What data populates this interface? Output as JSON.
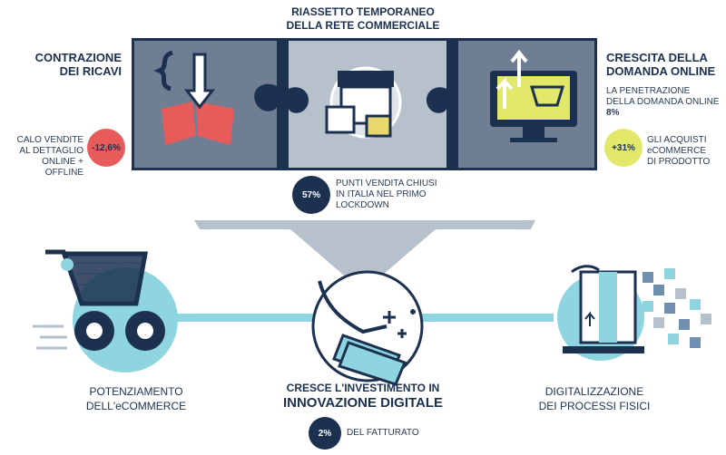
{
  "header": {
    "line1": "RIASSETTO TEMPORANEO",
    "line2": "DELLA RETE COMMERCIALE"
  },
  "left_panel": {
    "title_line1": "CONTRAZIONE",
    "title_line2": "DEI RICAVI",
    "stat_label_line1": "CALO VENDITE",
    "stat_label_line2": "AL DETTAGLIO",
    "stat_label_line3": "ONLINE + OFFLINE",
    "stat_value": "-12,6%"
  },
  "right_panel": {
    "title_line1": "CRESCITA DELLA",
    "title_line2": "DOMANDA ONLINE",
    "note_line1": "LA PENETRAZIONE",
    "note_line2": "DELLA DOMANDA ONLINE",
    "note_value": "8%",
    "stat_value": "+31%",
    "stat_label_line1": "GLI ACQUISTI",
    "stat_label_line2": "eCOMMERCE",
    "stat_label_line3": "DI PRODOTTO"
  },
  "center_stat": {
    "value": "57%",
    "label_line1": "PUNTI VENDITA CHIUSI",
    "label_line2": "IN ITALIA NEL PRIMO",
    "label_line3": "LOCKDOWN"
  },
  "bottom": {
    "left_line1": "POTENZIAMENTO",
    "left_line2": "DELL'eCOMMERCE",
    "center_line1": "CRESCE L'INVESTIMENTO IN",
    "center_line2": "INNOVAZIONE DIGITALE",
    "center_value": "2%",
    "center_value_label": "DEL FATTURATO",
    "right_line1": "DIGITALIZZAZIONE",
    "right_line2": "DEI PROCESSI FISICI"
  },
  "colors": {
    "navy": "#1c3150",
    "slate": "#6f7e92",
    "light_gray": "#b7c1cc",
    "teal": "#8fd5df",
    "red": "#e85b5b",
    "yellow": "#e2e86a"
  }
}
